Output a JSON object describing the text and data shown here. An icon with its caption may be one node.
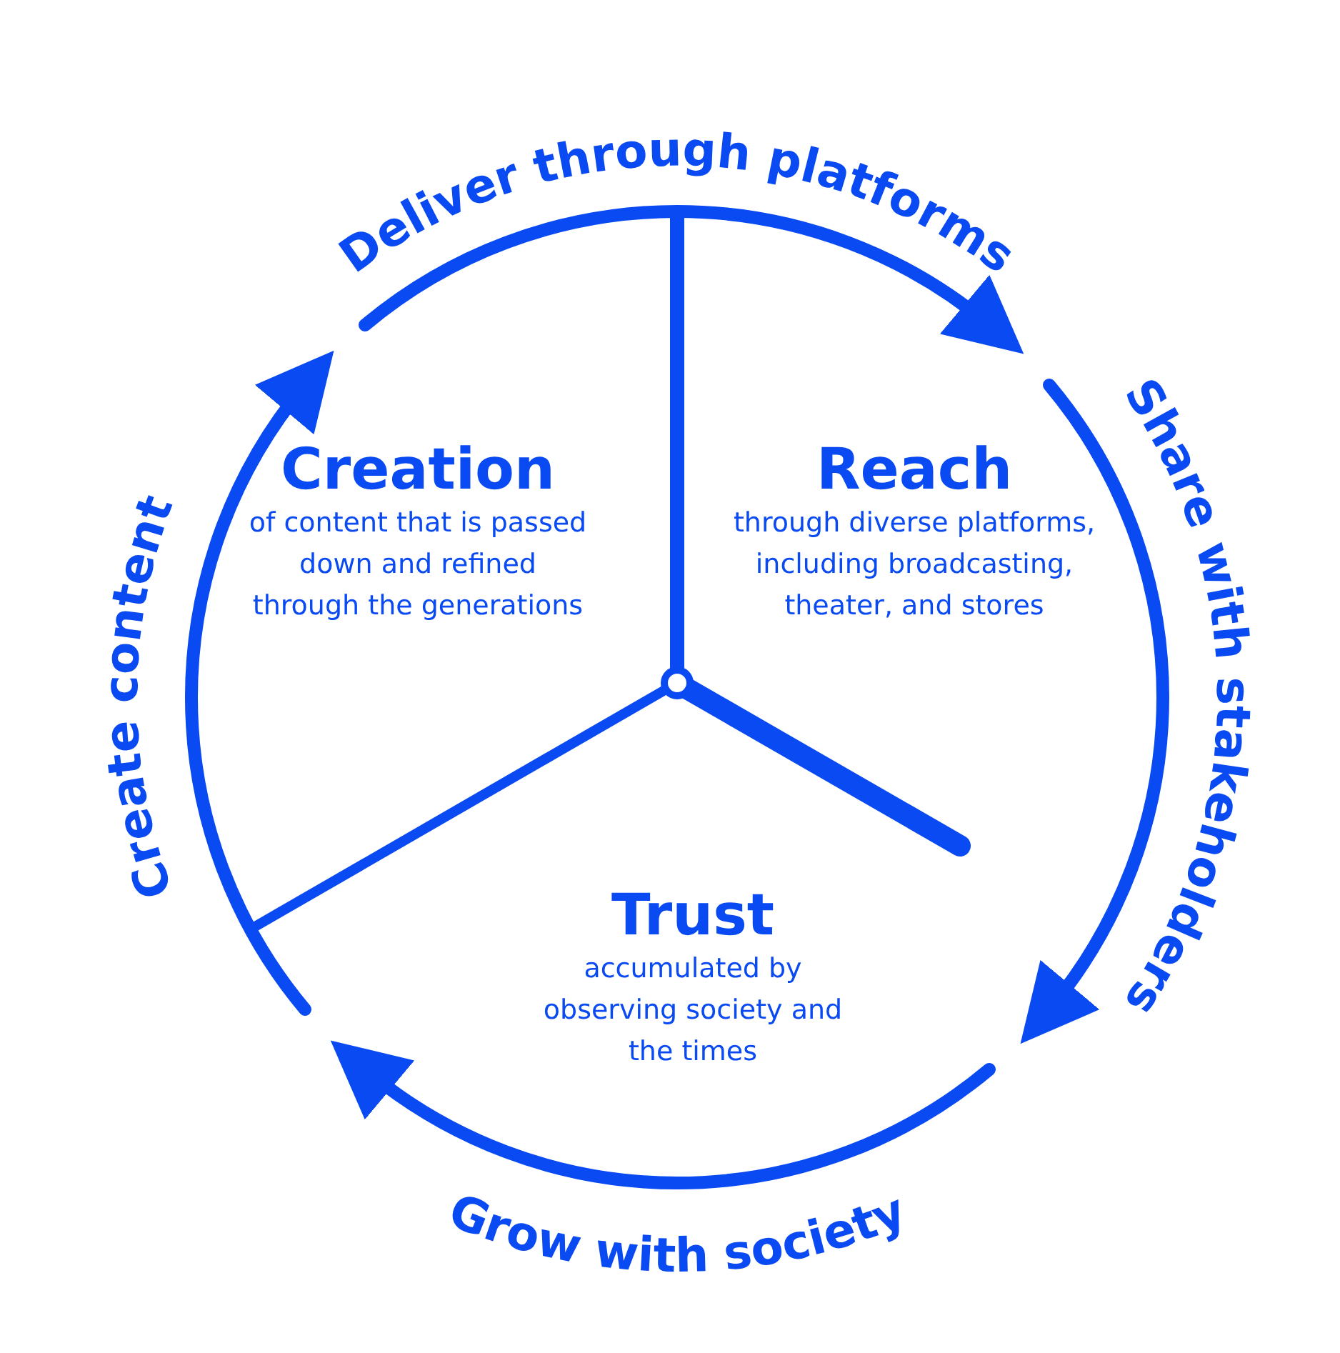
{
  "diagram": {
    "nodes": [
      {
        "text": [
          "Creation",
          "of content that is passed down and refined through the generations"
        ]
      },
      {
        "text": [
          "Reach",
          "through diverse platforms, including broadcasting, theater, and stores"
        ]
      },
      {
        "text": [
          "Trust",
          "accumulated by observing society and the times"
        ]
      }
    ],
    "labels": [
      "Deliver through platforms",
      "Share with stakeholders",
      "Grow with society",
      "Create content"
    ]
  }
}
